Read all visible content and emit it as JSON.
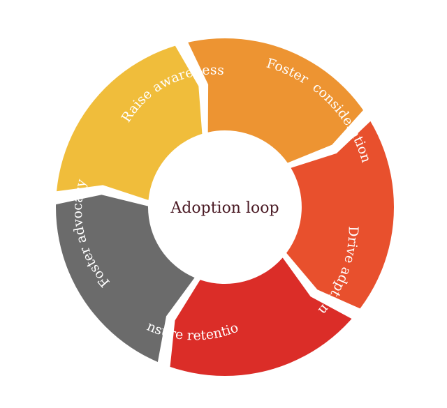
{
  "diagram": {
    "center": {
      "label": "Adoption loop"
    },
    "segments": [
      {
        "id": "raise-awareness",
        "label": "Raise awareness",
        "color": "#6b6b6b"
      },
      {
        "id": "foster-consideration",
        "label": "Foster  consideration",
        "color": "#f0bd3b"
      },
      {
        "id": "drive-adption",
        "label": "Drive adption",
        "color": "#ed9432"
      },
      {
        "id": "ensure-retention",
        "label": "Ensure retention",
        "color": "#e8502d"
      },
      {
        "id": "foster-advocacy",
        "label": "Foster advocacy",
        "color": "#db2d28"
      }
    ]
  }
}
